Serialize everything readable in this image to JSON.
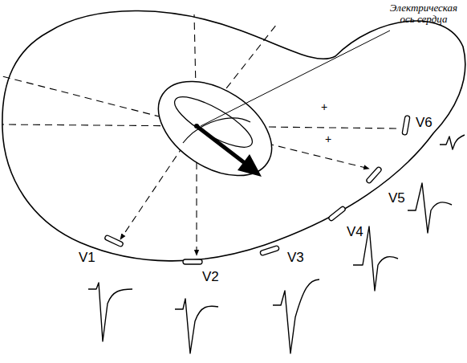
{
  "diagram": {
    "labels": [
      "Электрическая ось сердца",
      "+",
      "+",
      "V1",
      "V2",
      "V3",
      "V4",
      "V5",
      "V6"
    ]
  }
}
